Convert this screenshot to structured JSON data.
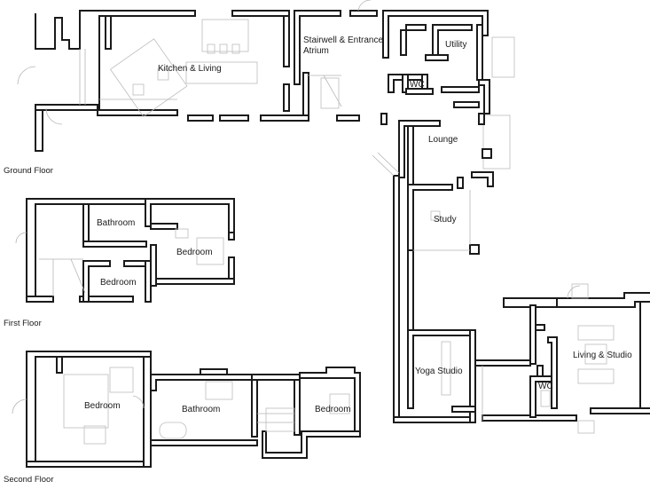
{
  "floors": {
    "ground": "Ground Floor",
    "first": "First Floor",
    "second": "Second Floor"
  },
  "rooms": {
    "kitchen_living": "Kitchen & Living",
    "stairwell_line1": "Stairwell & Entrance",
    "stairwell_line2": "Atrium",
    "utility": "Utility",
    "wc_ground": "WC",
    "lounge": "Lounge",
    "study": "Study",
    "yoga_studio": "Yoga Studio",
    "living_studio": "Living & Studio",
    "wc_annex": "WC",
    "bathroom_first": "Bathroom",
    "bedroom_first_large": "Bedroom",
    "bedroom_first_small": "Bedroom",
    "bedroom_second_left": "Bedroom",
    "bathroom_second": "Bathroom",
    "bedroom_second_right": "Bedroom"
  }
}
